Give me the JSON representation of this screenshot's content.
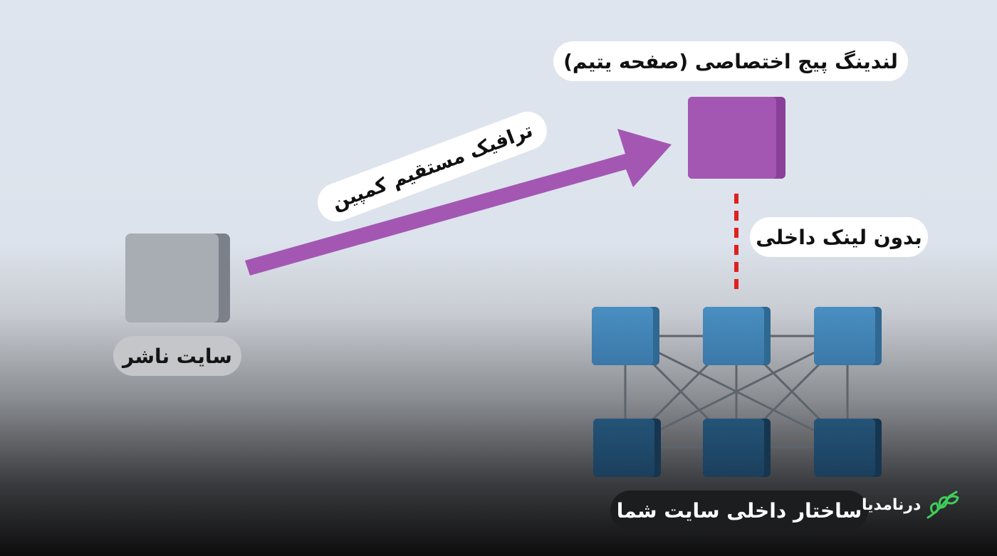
{
  "labels": {
    "landing_page": "لندینگ پیج اختصاصی (صفحه یتیم)",
    "traffic": "ترافیک مستقیم کمپین",
    "no_internal_link": "بدون لینک داخلی",
    "publisher_site": "سایت ناشر",
    "site_structure": "ساختار داخلی سایت شما"
  },
  "logo": {
    "text": "درنامدیا",
    "icon": "leaf-icon"
  },
  "colors": {
    "landing_box": "#a357b3",
    "arrow": "#a357b3",
    "publisher_box": "#a8acb3",
    "dashed_link": "#e02020",
    "site_box_top": "#3c7fb0",
    "site_box_bottom": "#1f4a6b",
    "logo_accent": "#3ecf5a"
  }
}
